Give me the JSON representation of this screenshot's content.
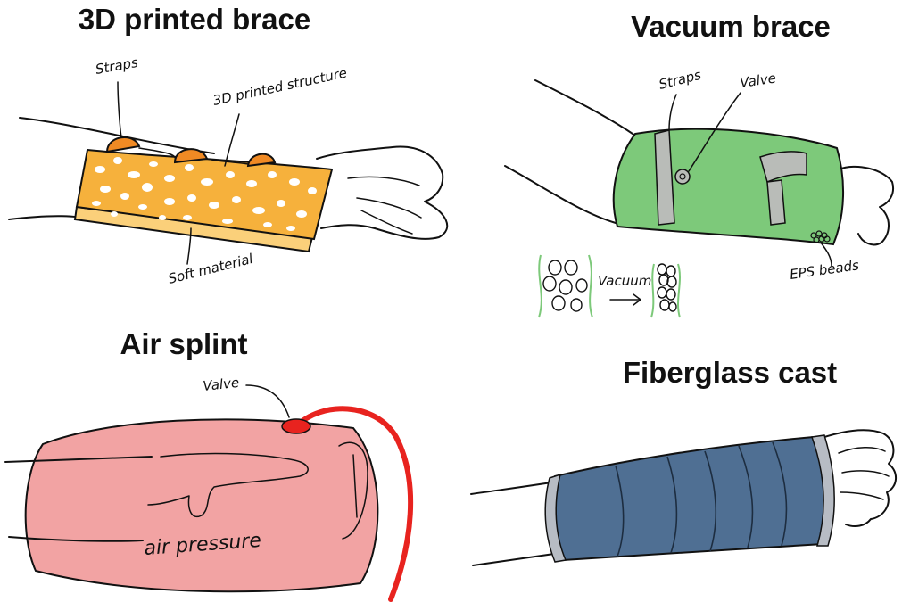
{
  "panels": {
    "printed": {
      "title": "3D printed brace",
      "labels": {
        "straps": "Straps",
        "structure": "3D printed structure",
        "soft": "Soft material"
      }
    },
    "vacuum": {
      "title": "Vacuum brace",
      "labels": {
        "straps": "Straps",
        "valve": "Valve",
        "beads": "EPS beads",
        "vacuum": "Vacuum"
      }
    },
    "air": {
      "title": "Air splint",
      "labels": {
        "valve": "Valve",
        "pressure": "air pressure"
      }
    },
    "fiberglass": {
      "title": "Fiberglass cast"
    }
  },
  "colors": {
    "printed_fill": "#f6b13c",
    "printed_soft": "#fbd07a",
    "strap_orange": "#f08a24",
    "vacuum_fill": "#7dc97a",
    "vacuum_strap": "#b9bcb8",
    "air_fill": "#f2a3a3",
    "air_tube": "#e8231f",
    "cast_fill": "#4f6f93",
    "cast_edge": "#b7bcc4"
  }
}
